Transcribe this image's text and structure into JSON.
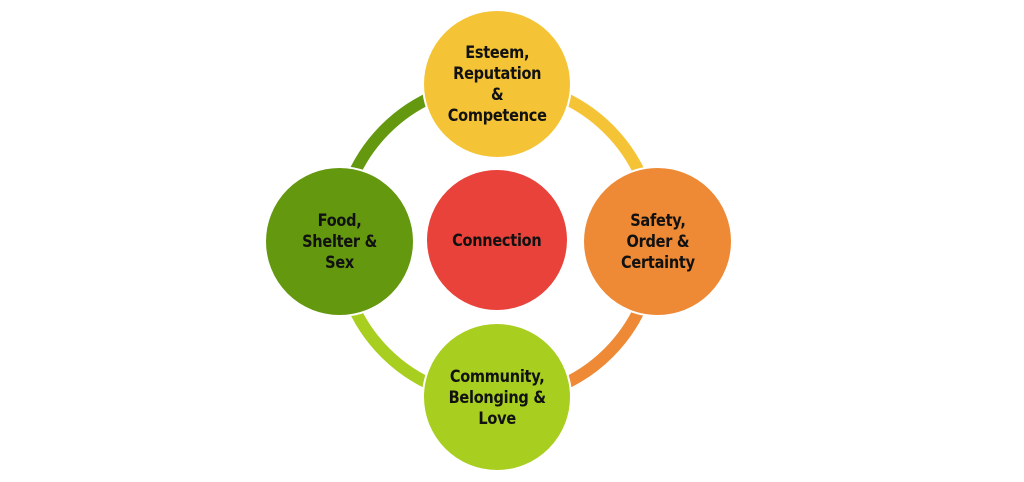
{
  "diagram": {
    "type": "cycle",
    "center": {
      "label": "Connection",
      "color": "#E8423A"
    },
    "nodes": [
      {
        "position": "top",
        "label": "Esteem,\nReputation\n&\nCompetence",
        "color": "#F5C436"
      },
      {
        "position": "right",
        "label": "Safety,\nOrder &\nCertainty",
        "color": "#EE8A35"
      },
      {
        "position": "bottom",
        "label": "Community,\nBelonging &\nLove",
        "color": "#A8CE1F"
      },
      {
        "position": "left",
        "label": "Food,\nShelter &\nSex",
        "color": "#64980E"
      }
    ],
    "connectors": [
      {
        "from": "left",
        "to": "top",
        "color": "#64980E"
      },
      {
        "from": "top",
        "to": "right",
        "color": "#F5C436"
      },
      {
        "from": "right",
        "to": "bottom",
        "color": "#EE8A35"
      },
      {
        "from": "bottom",
        "to": "left",
        "color": "#A8CE1F"
      }
    ]
  }
}
